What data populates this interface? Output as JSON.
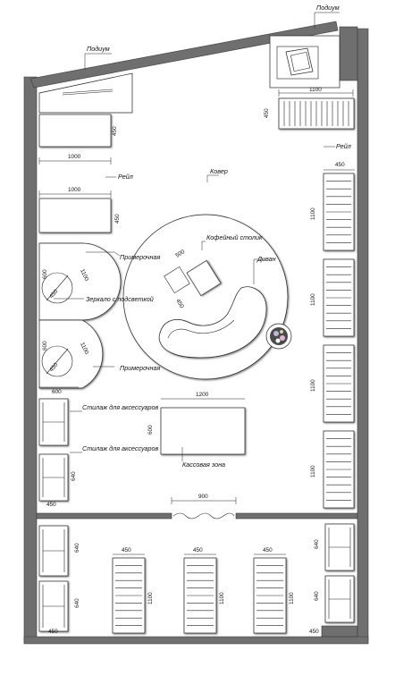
{
  "labels": {
    "podium_left": "Подиум",
    "podium_right": "Подиум",
    "rail_left": "Рейл",
    "rail_right": "Рейл",
    "carpet": "Ковер",
    "coffee_table": "Кофейный столик",
    "sofa": "Диван",
    "fitting_top": "Примерочная",
    "fitting_bottom": "Примерочная",
    "mirror": "Зеркало с подсветкой",
    "shelf_1": "Стилаж для аксессуаров",
    "shelf_2": "Стилаж для аксессуаров",
    "checkout": "Кассовая зона"
  },
  "dimensions": {
    "d1100_top": "1100",
    "d450_topright": "450",
    "d450_topleft": "450",
    "d1000_a": "1000",
    "d1000_b": "1000",
    "d450_leftrail": "450",
    "d450_rightcol": "450",
    "d1100_r1": "1100",
    "d1100_r2": "1100",
    "d1100_r3": "1100",
    "d1100_r4": "1100",
    "d600_a": "600",
    "d1100_fit_a": "1100",
    "d450_fit_a": "450",
    "d600_b": "600",
    "d1100_fit_b": "1100",
    "d450_fit_b": "450",
    "d600_c": "600",
    "d500": "500",
    "d450_table": "450",
    "d1200": "1200",
    "d600_cash": "600",
    "d640_shelf": "640",
    "d450_shelf": "450",
    "d900": "900",
    "d640_low1": "640",
    "d640_low2": "640",
    "d450_low": "450",
    "d450_g1": "450",
    "d450_g2": "450",
    "d450_g3": "450",
    "d1100_g1": "1100",
    "d1100_g2": "1100",
    "d1100_g3": "1100",
    "d640_rl1": "640",
    "d640_rl2": "640",
    "d450_rl": "450"
  }
}
